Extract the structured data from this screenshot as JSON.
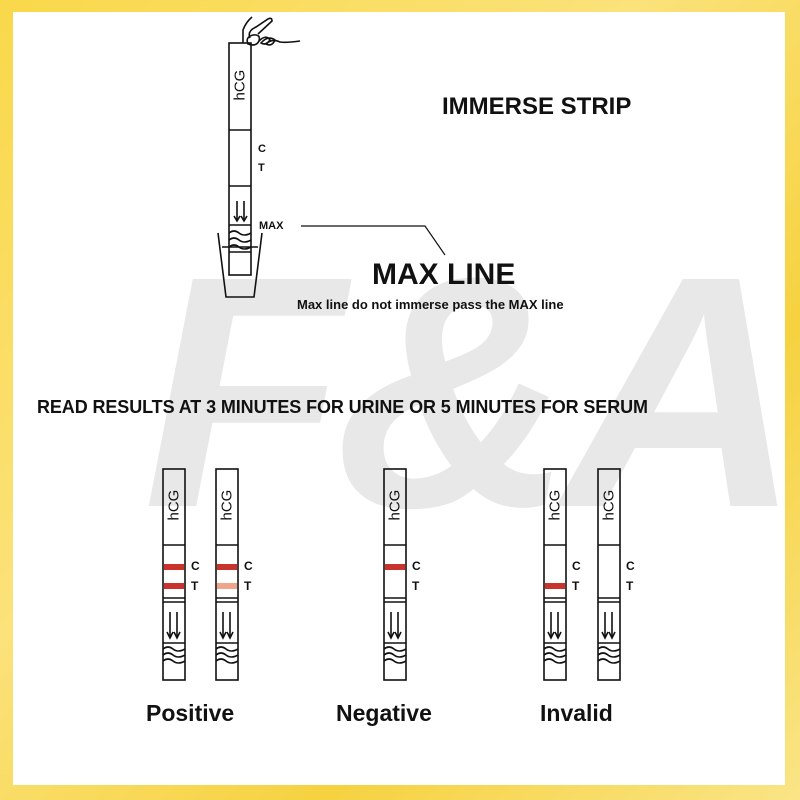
{
  "watermark": "F&A",
  "immerse": {
    "title": "IMMERSE STRIP",
    "strip_label": "hCG",
    "control_label": "C",
    "test_label": "T",
    "max_marker": "MAX"
  },
  "max_line": {
    "title": "MAX LINE",
    "note": "Max line do not immerse pass the MAX line"
  },
  "instruction": "READ RESULTS AT 3 MINUTES FOR URINE OR 5 MINUTES FOR SERUM",
  "results": [
    {
      "label": "Positive",
      "strips": [
        {
          "strip_label": "hCG",
          "c": "C",
          "t": "T",
          "c_band": true,
          "t_band": true,
          "t_intensity": "strong"
        },
        {
          "strip_label": "hCG",
          "c": "C",
          "t": "T",
          "c_band": true,
          "t_band": true,
          "t_intensity": "faint"
        }
      ]
    },
    {
      "label": "Negative",
      "strips": [
        {
          "strip_label": "hCG",
          "c": "C",
          "t": "T",
          "c_band": true,
          "t_band": false
        }
      ]
    },
    {
      "label": "Invalid",
      "strips": [
        {
          "strip_label": "hCG",
          "c": "C",
          "t": "T",
          "c_band": false,
          "t_band": true,
          "t_intensity": "strong"
        },
        {
          "strip_label": "hCG",
          "c": "C",
          "t": "T",
          "c_band": false,
          "t_band": false
        }
      ]
    }
  ],
  "colors": {
    "frame": "#f7d64a",
    "band_strong": "#c9332b",
    "band_faint": "#f0a58a",
    "ink": "#111111",
    "watermark": "#e8e8e8"
  }
}
